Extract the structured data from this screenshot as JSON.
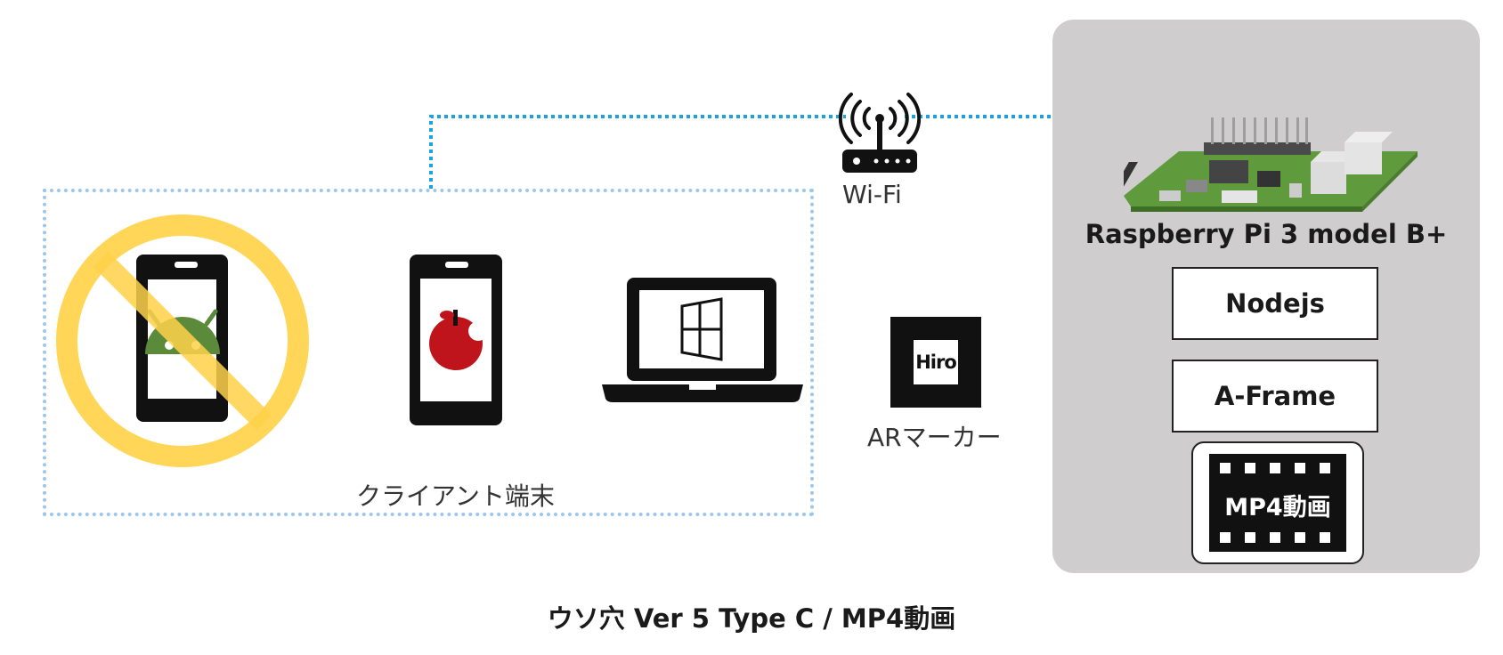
{
  "labels": {
    "wifi": "Wi-Fi",
    "clients": "クライアント端末",
    "ar_marker": "ARマーカー",
    "marker_text": "Hiro",
    "pi_title": "Raspberry Pi 3 model B+"
  },
  "software": {
    "nodejs": "Nodejs",
    "aframe": "A-Frame",
    "mp4": "MP4動画"
  },
  "footer": "ウソ穴 Ver 5 Type C / MP4動画",
  "colors": {
    "connection_line": "#1aa3e0",
    "client_border": "#9cc6ea",
    "prohibited_sign": "#ffd24a",
    "android": "#5b8a3a",
    "apple": "#c0141c",
    "pi_panel": "#cfcdce",
    "board": "#5f9a3c"
  },
  "icons": {
    "router": "wifi-router-icon",
    "android_phone": "android-phone-icon",
    "prohibited": "prohibited-icon",
    "apple_phone": "apple-phone-icon",
    "laptop": "windows-laptop-icon",
    "marker": "ar-marker-icon",
    "board": "raspberry-pi-board-icon",
    "film": "film-icon"
  }
}
